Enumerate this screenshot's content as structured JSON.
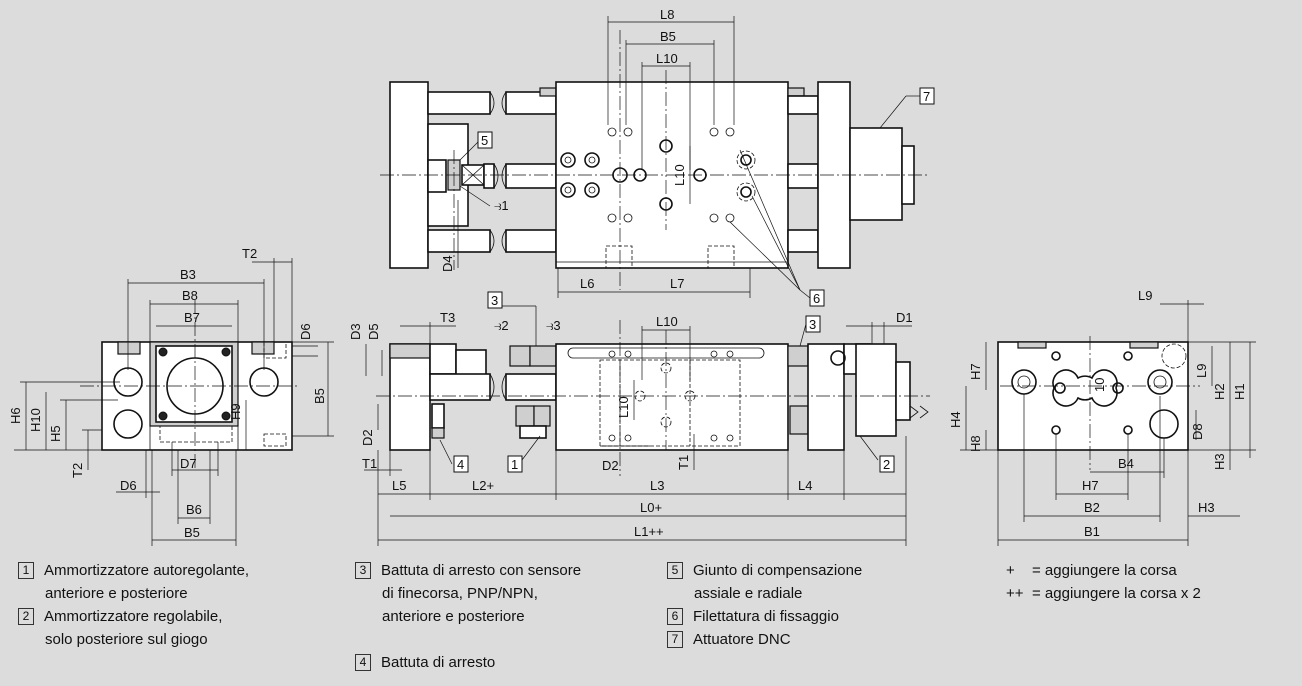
{
  "dimensions": {
    "top": {
      "L8": "L8",
      "B5": "B5",
      "L10": "L10",
      "L10v": "L10",
      "L6": "L6",
      "L7": "L7",
      "D4": "D4",
      "stroke1": "⥽1"
    },
    "left": {
      "B3": "B3",
      "B8": "B8",
      "B7": "B7",
      "T2": "T2",
      "D6": "D6",
      "B5": "B5",
      "H6": "H6",
      "H10": "H10",
      "H5": "H5",
      "H9": "H9",
      "T2b": "T2",
      "D6b": "D6",
      "D7": "D7",
      "B6": "B6",
      "B5b": "B5"
    },
    "center": {
      "D3": "D3",
      "D5": "D5",
      "T3": "T3",
      "C2": "⥽2",
      "C3": "⥽3",
      "L10": "L10",
      "D1": "D1",
      "D2": "D2",
      "L10v": "L10",
      "D2b": "D2",
      "T1": "T1",
      "T1b": "T1",
      "L5": "L5",
      "L2": "L2+",
      "L3": "L3",
      "L4": "L4",
      "L0": "L0+",
      "L1": "L1++"
    },
    "right": {
      "L9": "L9",
      "H7": "H7",
      "L9v": "L9",
      "H2": "H2",
      "H1": "H1",
      "D8": "D8",
      "H4": "H4",
      "H8": "H8",
      "B4": "B4",
      "H7b": "H7",
      "H3": "H3",
      "B2": "B2",
      "H3b": "H3",
      "B1": "B1",
      "L10": "10"
    }
  },
  "callouts": {
    "c1": "1",
    "c2": "2",
    "c3a": "3",
    "c3b": "3",
    "c4": "4",
    "c5": "5",
    "c6": "6",
    "c7": "7"
  },
  "legend": {
    "items": [
      {
        "num": "1",
        "line1": "Ammortizzatore autoregolante,",
        "line2": "anteriore e posteriore"
      },
      {
        "num": "2",
        "line1": "Ammortizzatore regolabile,",
        "line2": "solo posteriore sul giogo"
      },
      {
        "num": "3",
        "line1": "Battuta di arresto con sensore",
        "line2": "di finecorsa, PNP/NPN,",
        "line3": "anteriore e posteriore"
      },
      {
        "num": "4",
        "line1": "Battuta di arresto"
      },
      {
        "num": "5",
        "line1": "Giunto di compensazione",
        "line2": "assiale e radiale"
      },
      {
        "num": "6",
        "line1": "Filettatura di fissaggio"
      },
      {
        "num": "7",
        "line1": "Attuatore DNC"
      }
    ],
    "notes": [
      {
        "sym": "+",
        "text": "= aggiungere la corsa"
      },
      {
        "sym": "++",
        "text": "= aggiungere la corsa x 2"
      }
    ]
  }
}
